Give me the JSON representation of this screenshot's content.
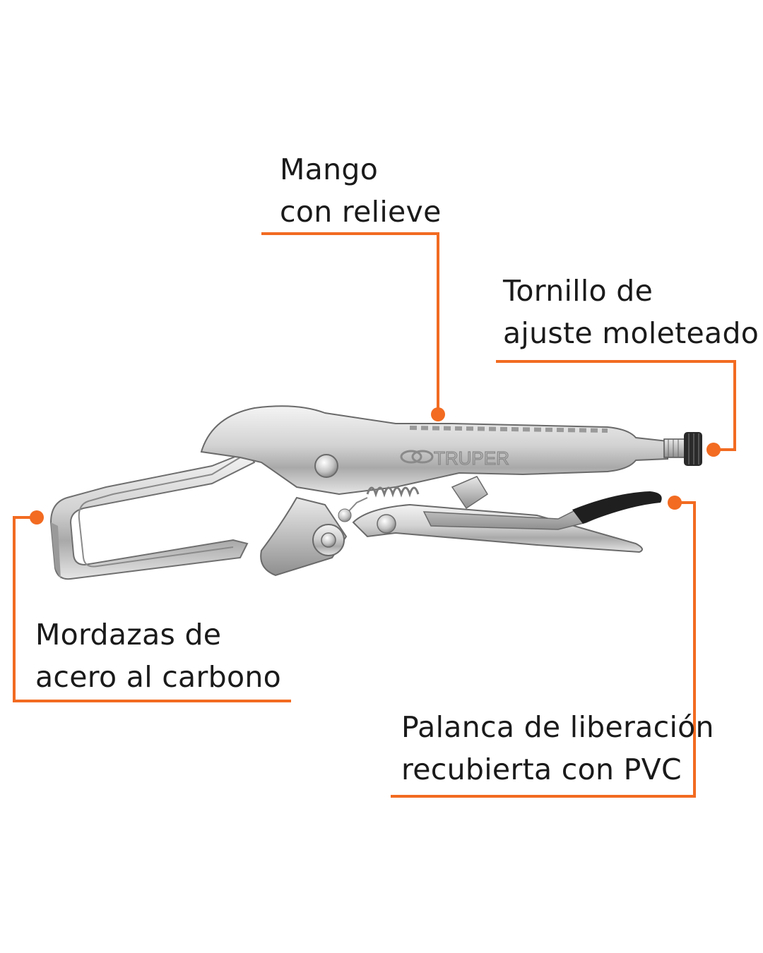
{
  "brand": "TRUPER",
  "accent_color": "#f26b21",
  "callouts": {
    "mango": {
      "line1": "Mango",
      "line2": "con relieve"
    },
    "tornillo": {
      "line1": "Tornillo de",
      "line2": "ajuste moleteado"
    },
    "mordazas": {
      "line1": "Mordazas de",
      "line2": "acero al carbono"
    },
    "palanca": {
      "line1": "Palanca de liberación",
      "line2": "recubierta con PVC"
    }
  }
}
